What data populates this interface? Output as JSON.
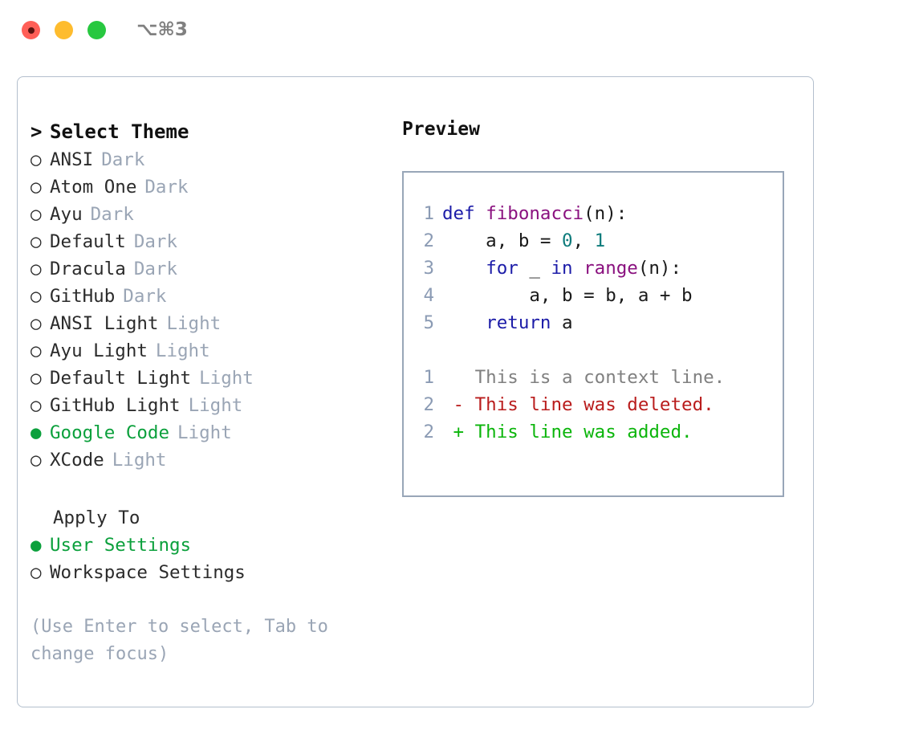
{
  "titlebar": {
    "shortcut": "⌥⌘3",
    "buttons": [
      {
        "name": "close",
        "color": "#ff5f57"
      },
      {
        "name": "minimize",
        "color": "#febc2e"
      },
      {
        "name": "maximize",
        "color": "#28c840"
      }
    ]
  },
  "theme_picker": {
    "header": "Select Theme",
    "caret": ">",
    "bullet_selected": "●",
    "bullet_unselected": "○",
    "accent_color": "#0ba03c",
    "items": [
      {
        "label": "ANSI",
        "tag": "Dark",
        "selected": false
      },
      {
        "label": "Atom One",
        "tag": "Dark",
        "selected": false
      },
      {
        "label": "Ayu",
        "tag": "Dark",
        "selected": false
      },
      {
        "label": "Default",
        "tag": "Dark",
        "selected": false
      },
      {
        "label": "Dracula",
        "tag": "Dark",
        "selected": false
      },
      {
        "label": "GitHub",
        "tag": "Dark",
        "selected": false
      },
      {
        "label": "ANSI Light",
        "tag": "Light",
        "selected": false
      },
      {
        "label": "Ayu Light",
        "tag": "Light",
        "selected": false
      },
      {
        "label": "Default Light",
        "tag": "Light",
        "selected": false
      },
      {
        "label": "GitHub Light",
        "tag": "Light",
        "selected": false
      },
      {
        "label": "Google Code",
        "tag": "Light",
        "selected": true
      },
      {
        "label": "XCode",
        "tag": "Light",
        "selected": false
      }
    ]
  },
  "apply_to": {
    "label": "Apply To",
    "options": [
      {
        "label": "User Settings",
        "selected": true
      },
      {
        "label": "Workspace Settings",
        "selected": false
      }
    ]
  },
  "hint": {
    "line1": "(Use Enter to select, Tab to",
    "line2": "change focus)"
  },
  "preview": {
    "title": "Preview",
    "code_lines": [
      {
        "num": "1",
        "tokens": [
          {
            "t": "def ",
            "c": "kw"
          },
          {
            "t": "fibonacci",
            "c": "fn"
          },
          {
            "t": "(n):",
            "c": "pl"
          }
        ]
      },
      {
        "num": "2",
        "tokens": [
          {
            "t": "    a, b = ",
            "c": "pl"
          },
          {
            "t": "0",
            "c": "num"
          },
          {
            "t": ", ",
            "c": "pl"
          },
          {
            "t": "1",
            "c": "num"
          }
        ]
      },
      {
        "num": "3",
        "tokens": [
          {
            "t": "    ",
            "c": "pl"
          },
          {
            "t": "for",
            "c": "kw"
          },
          {
            "t": " _ ",
            "c": "pl"
          },
          {
            "t": "in",
            "c": "kw"
          },
          {
            "t": " ",
            "c": "pl"
          },
          {
            "t": "range",
            "c": "fn"
          },
          {
            "t": "(n):",
            "c": "pl"
          }
        ]
      },
      {
        "num": "4",
        "tokens": [
          {
            "t": "        a, b = b, a + b",
            "c": "pl"
          }
        ]
      },
      {
        "num": "5",
        "tokens": [
          {
            "t": "    ",
            "c": "pl"
          },
          {
            "t": "return",
            "c": "kw"
          },
          {
            "t": " a",
            "c": "pl"
          }
        ]
      }
    ],
    "diff_lines": [
      {
        "num": "1",
        "marker": " ",
        "text": " This is a context line.",
        "kind": "ctx"
      },
      {
        "num": "2",
        "marker": "-",
        "text": " This line was deleted.",
        "kind": "del"
      },
      {
        "num": "2",
        "marker": "+",
        "text": " This line was added.",
        "kind": "add"
      }
    ]
  }
}
